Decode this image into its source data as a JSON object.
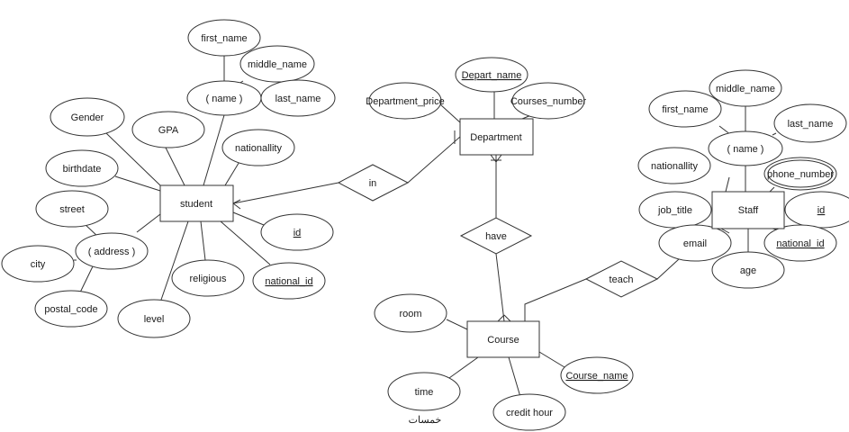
{
  "entities": {
    "student": "student",
    "department": "Department",
    "course": "Course",
    "staff": "Staff"
  },
  "relationships": {
    "in": "in",
    "have": "have",
    "teach": "teach"
  },
  "attributes": {
    "student": {
      "first_name": "first_name",
      "middle_name": "middle_name",
      "last_name": "last_name",
      "name": "( name )",
      "gender": "Gender",
      "gpa": "GPA",
      "nationality": "nationallity",
      "birthdate": "birthdate",
      "street": "street",
      "address": "( address )",
      "city": "city",
      "postal_code": "postal_code",
      "level": "level",
      "religious": "religious",
      "national_id": "national_id",
      "id": "id"
    },
    "department": {
      "depart_name": "Depart_name",
      "department_price": "Department_price",
      "courses_number": "Courses_number"
    },
    "course": {
      "room": "room",
      "course_name": "Course_name",
      "time": "time",
      "credit_hour": "credit hour"
    },
    "staff": {
      "middle_name": "middle_name",
      "first_name": "first_name",
      "last_name": "last_name",
      "name": "( name )",
      "nationality": "nationallity",
      "phone_number": "phone_number",
      "job_title": "job_title",
      "id": "id",
      "email": "email",
      "national_id": "national_id",
      "age": "age"
    }
  },
  "watermark": "خمسات"
}
